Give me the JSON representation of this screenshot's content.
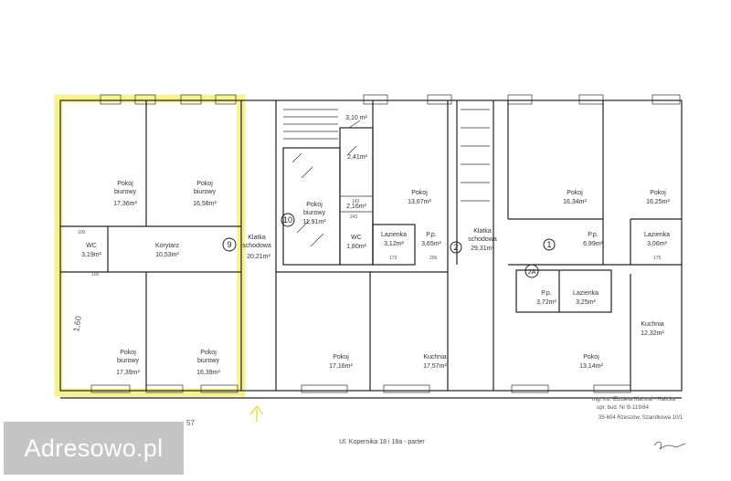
{
  "rooms": [
    {
      "name": "Pokoj\nbiurowy",
      "area": "17,36m²"
    },
    {
      "name": "Pokoj\nbiurowy",
      "area": "16,58m²"
    },
    {
      "name": "WC",
      "area": "3,19m²"
    },
    {
      "name": "Korytarz",
      "area": "10,53m²"
    },
    {
      "name": "Pokoj\nbiurowy",
      "area": "17,39m²"
    },
    {
      "name": "Pokoj\nbiurowy",
      "area": "16,39m²"
    },
    {
      "name": "Klatka\nschodowa",
      "area": "20,21m²"
    },
    {
      "name": "",
      "area": "3,10 m²"
    },
    {
      "name": "",
      "area": "2,41m²"
    },
    {
      "name": "Pokoj\nbiurowy",
      "area": "11,91m²"
    },
    {
      "name": "",
      "area": "2,16m²"
    },
    {
      "name": "WC",
      "area": "1,80m²"
    },
    {
      "name": "Lazienka",
      "area": "3,12m²"
    },
    {
      "name": "Pokoj",
      "area": "13,67m²"
    },
    {
      "name": "P.p.",
      "area": "3,65m²"
    },
    {
      "name": "Klatka\nschodowa",
      "area": "29,31m²"
    },
    {
      "name": "Pokoj",
      "area": "16,34m²"
    },
    {
      "name": "P.p.",
      "area": "6,99m²"
    },
    {
      "name": "Pokoj",
      "area": "16,25m²"
    },
    {
      "name": "Lazienka",
      "area": "3,06m²"
    },
    {
      "name": "P.p.",
      "area": "3,72m²"
    },
    {
      "name": "Lazienka",
      "area": "3,25m²"
    },
    {
      "name": "Kuchnia",
      "area": "12,32m²"
    },
    {
      "name": "Pokoj",
      "area": "17,16m²"
    },
    {
      "name": "Kuchnia",
      "area": "17,57m²"
    },
    {
      "name": "Pokoj",
      "area": "13,14m²"
    }
  ],
  "unit_labels": [
    "9",
    "10",
    "2",
    "1",
    "2A"
  ],
  "caption": "Ul. Kopernika 18 i 18a - parter",
  "stamp": [
    "mgr inz. Elzbieta Marsral - Halicka",
    "upr. bud. Nr B-119/84",
    "35-604 Rzeszów, Szarotkowa 10/1"
  ],
  "dimensions": [
    "100",
    "100",
    "143",
    "243",
    "206",
    "173",
    "175"
  ],
  "margin_notes": [
    "1,60",
    "57"
  ],
  "highlight_color": "#f5f07a",
  "watermark": "Adresowo.pl"
}
